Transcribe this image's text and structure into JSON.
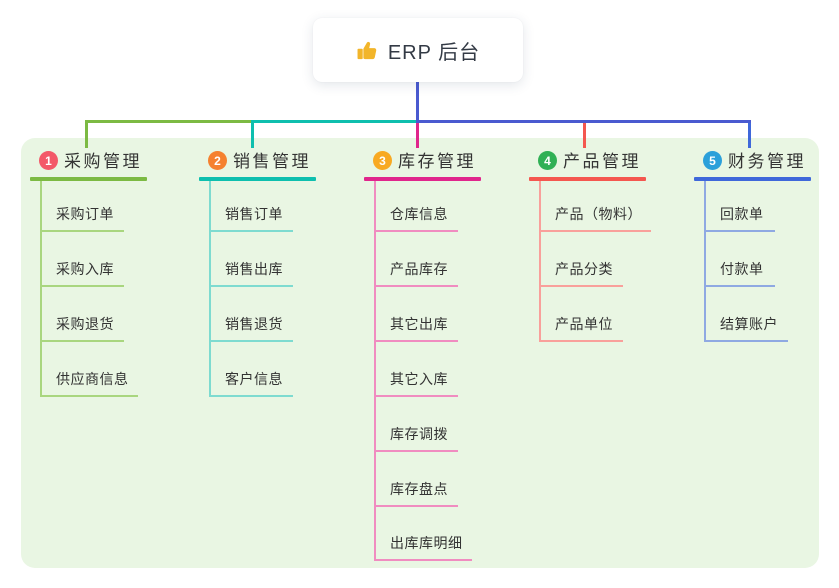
{
  "root": {
    "icon": "thumbs-up-icon",
    "label": "ERP 后台"
  },
  "branches": [
    {
      "number": "1",
      "title": "采购管理",
      "badge_color": "#f35868",
      "main_color": "#7cba43",
      "light_color": "#a9d67f",
      "children": [
        "采购订单",
        "采购入库",
        "采购退货",
        "供应商信息"
      ]
    },
    {
      "number": "2",
      "title": "销售管理",
      "badge_color": "#f5812f",
      "main_color": "#0ebfae",
      "light_color": "#7edbd0",
      "children": [
        "销售订单",
        "销售出库",
        "销售退货",
        "客户信息"
      ]
    },
    {
      "number": "3",
      "title": "库存管理",
      "badge_color": "#f8a922",
      "main_color": "#e0268c",
      "light_color": "#f08cc0",
      "children": [
        "仓库信息",
        "产品库存",
        "其它出库",
        "其它入库",
        "库存调拨",
        "库存盘点",
        "出库库明细"
      ]
    },
    {
      "number": "4",
      "title": "产品管理",
      "badge_color": "#30b055",
      "main_color": "#f4574f",
      "light_color": "#f9a09b",
      "children": [
        "产品（物料）",
        "产品分类",
        "产品单位"
      ]
    },
    {
      "number": "5",
      "title": "财务管理",
      "badge_color": "#2ba0da",
      "main_color": "#3f68da",
      "light_color": "#8fa9e2",
      "children": [
        "回款单",
        "付款单",
        "结算账户"
      ]
    }
  ],
  "colors": {
    "trunk": "#4a5ad0",
    "panel_bg": "#e9f6e3",
    "text": "#333333",
    "thumb_icon": "#f2b52a"
  }
}
